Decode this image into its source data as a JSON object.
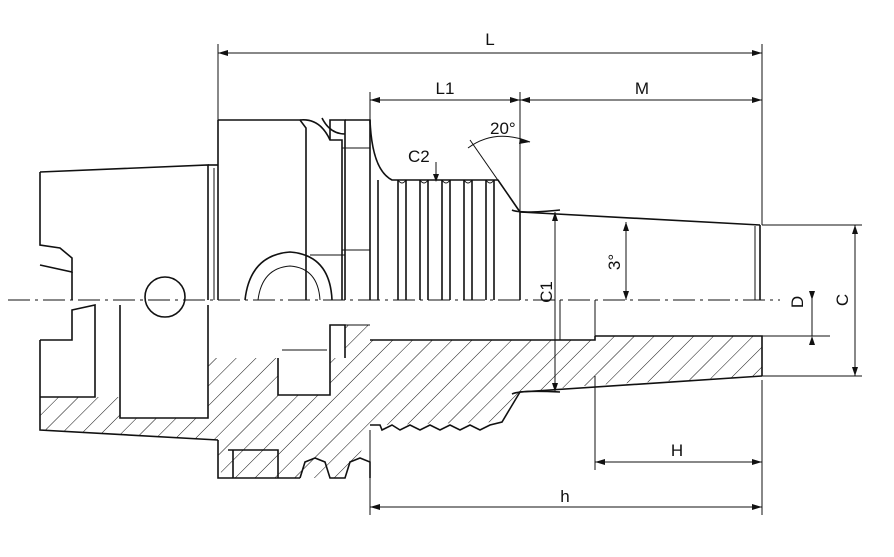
{
  "labels": {
    "L": "L",
    "L1": "L1",
    "M": "M",
    "angle_20": "20°",
    "C2": "C2",
    "angle_3": "3°",
    "C1": "C1",
    "D": "D",
    "C": "C",
    "H": "H",
    "h": "h"
  }
}
